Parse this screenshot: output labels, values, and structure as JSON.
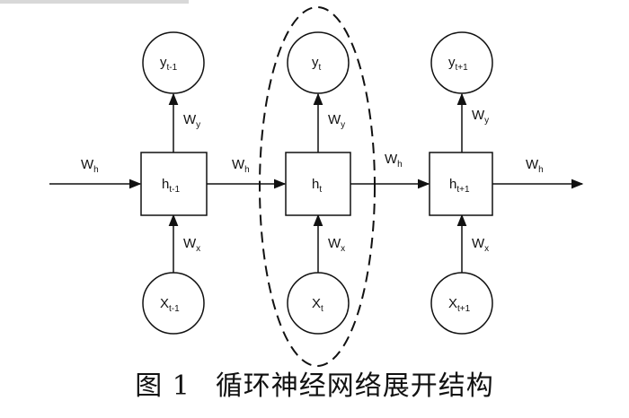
{
  "caption": {
    "figure_number": "图 1",
    "title": "循环神经网络展开结构"
  },
  "nodes": {
    "hidden": [
      {
        "base": "h",
        "sub": "t-1"
      },
      {
        "base": "h",
        "sub": "t"
      },
      {
        "base": "h",
        "sub": "t+1"
      }
    ],
    "outputs": [
      {
        "base": "y",
        "sub": "t-1"
      },
      {
        "base": "y",
        "sub": "t"
      },
      {
        "base": "y",
        "sub": "t+1"
      }
    ],
    "inputs": [
      {
        "base": "X",
        "sub": "t-1"
      },
      {
        "base": "X",
        "sub": "t"
      },
      {
        "base": "X",
        "sub": "t+1"
      }
    ]
  },
  "weights": {
    "hidden": {
      "base": "W",
      "sub": "h"
    },
    "output": {
      "base": "W",
      "sub": "y"
    },
    "input": {
      "base": "W",
      "sub": "x"
    }
  },
  "colors": {
    "stroke": "#111111",
    "text": "#111111",
    "background": "#ffffff"
  }
}
